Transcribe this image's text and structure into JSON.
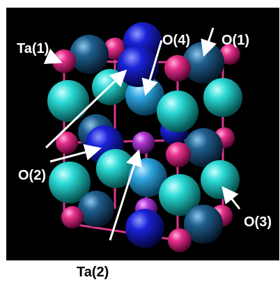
{
  "labels": {
    "ta1": "Ta(1)",
    "o4": "O(4)",
    "o1": "O(1)",
    "o2": "O(2)",
    "o3": "O(3)",
    "ta2": "Ta(2)"
  },
  "colors": {
    "background": "#000000",
    "ta1": "#d81b78",
    "ta2": "#b23ad6",
    "o_cyan": "#22d8d2",
    "o_blue": "#1a22d8",
    "o_steel": "#1f5f8e",
    "o_light": "#2fa6e2",
    "bond": "#d63a8c",
    "arrow": "#ffffff",
    "text_light": "#ffffff",
    "text_dark": "#000000"
  }
}
